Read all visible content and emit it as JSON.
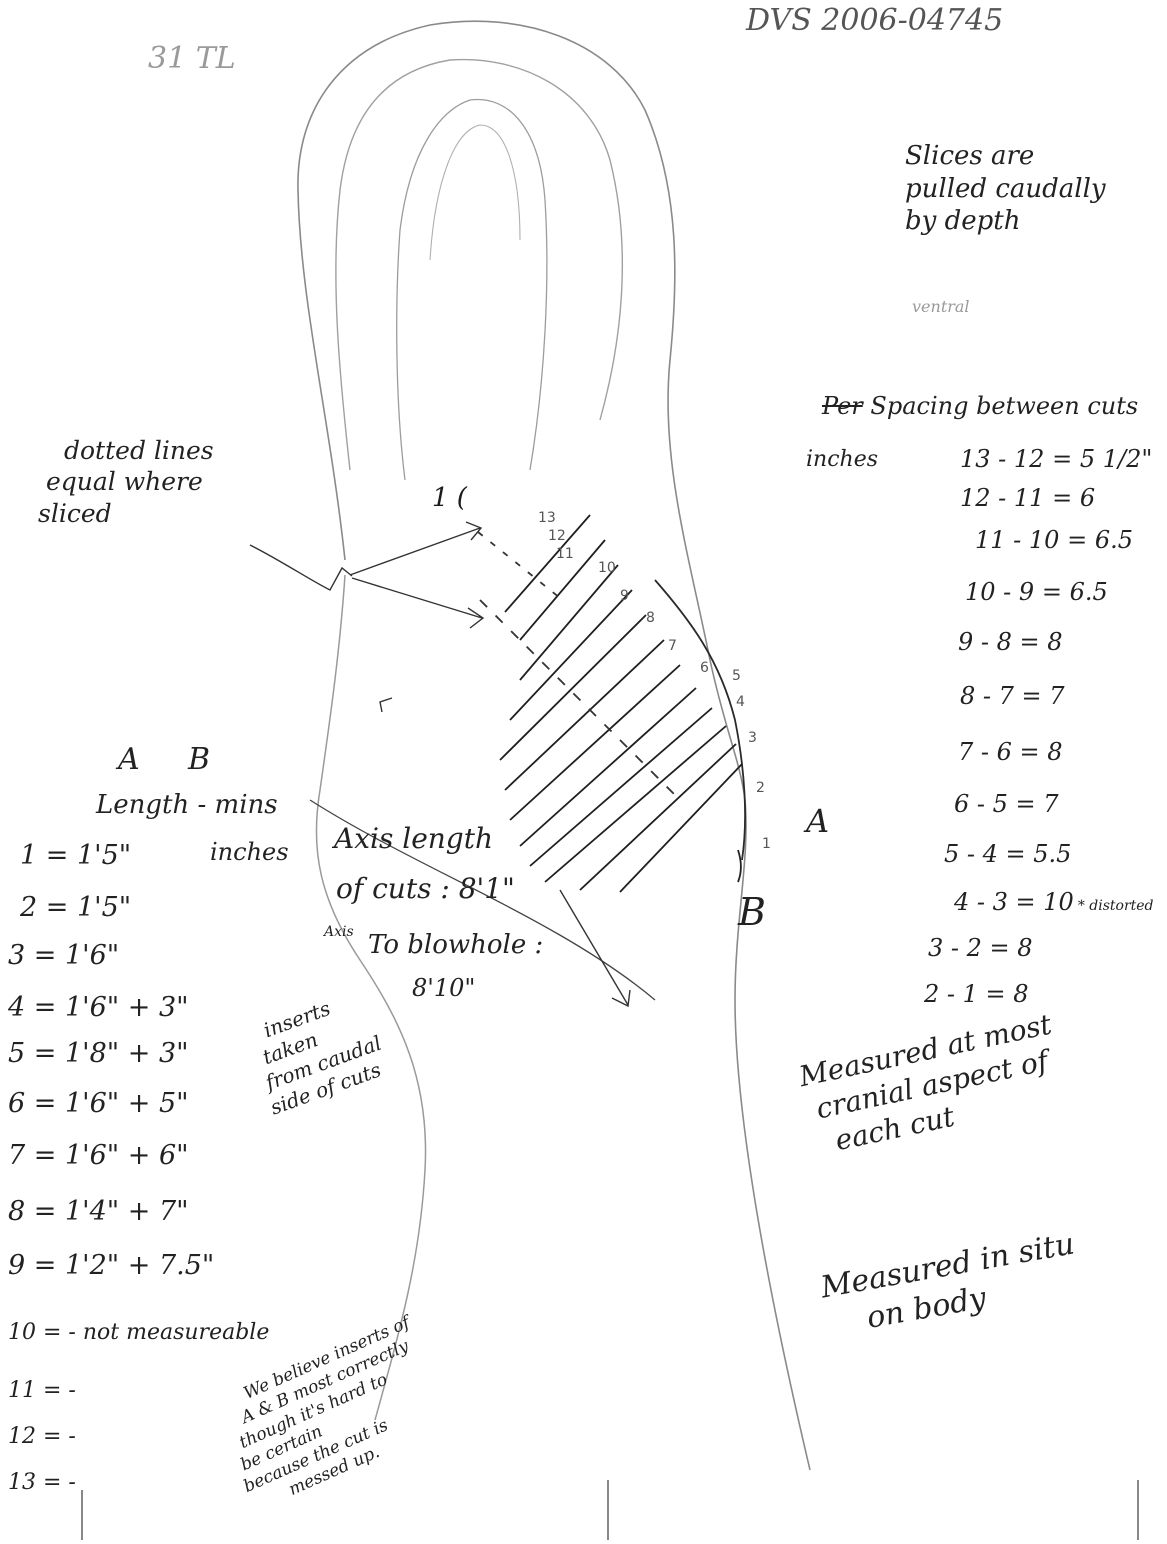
{
  "header": {
    "record_id": "DVS 2006-04745",
    "corner_mark": "31  TL"
  },
  "notes": {
    "slices_pulled": [
      "Slices are",
      "pulled caudally",
      "by depth"
    ],
    "faint_ventral": "ventral",
    "dotted_lines": [
      "dotted lines",
      "equal where",
      "sliced"
    ],
    "cut_mark": "1 ("
  },
  "spacing": {
    "title_strikethrough": "Per",
    "title": "Spacing between cuts",
    "unit": "inches",
    "rows": [
      {
        "pair": "13 - 12",
        "value": "5 1/2\""
      },
      {
        "pair": "12 - 11",
        "value": "6"
      },
      {
        "pair": "11 - 10",
        "value": "6.5"
      },
      {
        "pair": "10 - 9",
        "value": "6.5"
      },
      {
        "pair": "9 - 8",
        "value": "8"
      },
      {
        "pair": "8 - 7",
        "value": "7"
      },
      {
        "pair": "7 - 6",
        "value": "8"
      },
      {
        "pair": "6 - 5",
        "value": "7"
      },
      {
        "pair": "5 - 4",
        "value": "5.5"
      },
      {
        "pair": "4 - 3",
        "value": "10",
        "note": "* distorted"
      },
      {
        "pair": "3 - 2",
        "value": "8"
      },
      {
        "pair": "2 - 1",
        "value": "8"
      }
    ]
  },
  "lengths": {
    "col_a": "A",
    "col_b": "B",
    "header": "Length - mins",
    "unit": "inches",
    "rows": [
      {
        "n": "1",
        "value": "1'5\""
      },
      {
        "n": "2",
        "value": "1'5\""
      },
      {
        "n": "3",
        "value": "1'6\""
      },
      {
        "n": "4",
        "value": "1'6\" + 3\""
      },
      {
        "n": "5",
        "value": "1'8\" + 3\""
      },
      {
        "n": "6",
        "value": "1'6\" + 5\""
      },
      {
        "n": "7",
        "value": "1'6\" + 6\""
      },
      {
        "n": "8",
        "value": "1'4\" + 7\""
      },
      {
        "n": "9",
        "value": "1'2\" + 7.5\""
      },
      {
        "n": "10",
        "value": "-  not measureable"
      },
      {
        "n": "11",
        "value": "-"
      },
      {
        "n": "12",
        "value": "-"
      },
      {
        "n": "13",
        "value": "-"
      }
    ],
    "insert_note": [
      "inserts",
      "taken",
      "from caudal",
      "side of cuts"
    ],
    "belief_note": [
      "We believe inserts of",
      "A & B most correctly",
      "though it's hard to",
      "be certain",
      "because the cut is",
      "messed up."
    ]
  },
  "axis": {
    "length_label": "Axis length",
    "length_value": "of cuts : 8'1\"",
    "blowhole_prefix": "Axis",
    "blowhole_label": "To blowhole :",
    "blowhole_value": "8'10\""
  },
  "markers": {
    "a": "A",
    "b": "B",
    "cut_numbers": [
      "13",
      "12",
      "11",
      "10",
      "9",
      "8",
      "7",
      "6",
      "5",
      "4",
      "3",
      "2",
      "1"
    ]
  },
  "measurement_notes": {
    "cranial": [
      "Measured at most",
      "cranial aspect of",
      "each cut"
    ],
    "in_situ": [
      "Measured in situ",
      "on body"
    ]
  }
}
